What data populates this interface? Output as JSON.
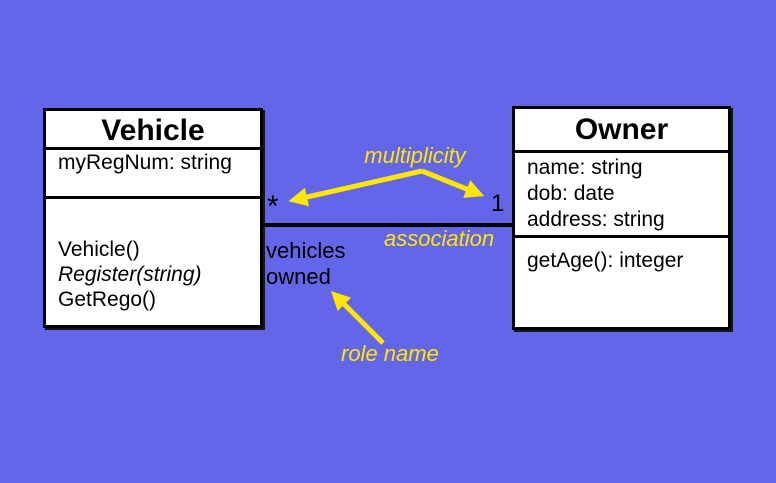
{
  "diagram": {
    "colors": {
      "background": "#6466e9",
      "annotation_yellow": "#ffe603",
      "box_fill": "#ffffff",
      "line_black": "#000000"
    },
    "classes": [
      {
        "name": "Vehicle",
        "attributes": [
          "myRegNum: string"
        ],
        "methods": [
          "Vehicle()",
          "Register(string)",
          "GetRego()"
        ]
      },
      {
        "name": "Owner",
        "attributes": [
          "name: string",
          "dob: date",
          "address: string"
        ],
        "methods": [
          "getAge(): integer"
        ]
      }
    ],
    "association": {
      "multiplicity_left": "*",
      "multiplicity_right": "1",
      "role_name_line1": "vehicles",
      "role_name_line2": "owned"
    },
    "annotations": {
      "multiplicity": "multiplicity",
      "association": "association",
      "role_name": "role name"
    }
  }
}
